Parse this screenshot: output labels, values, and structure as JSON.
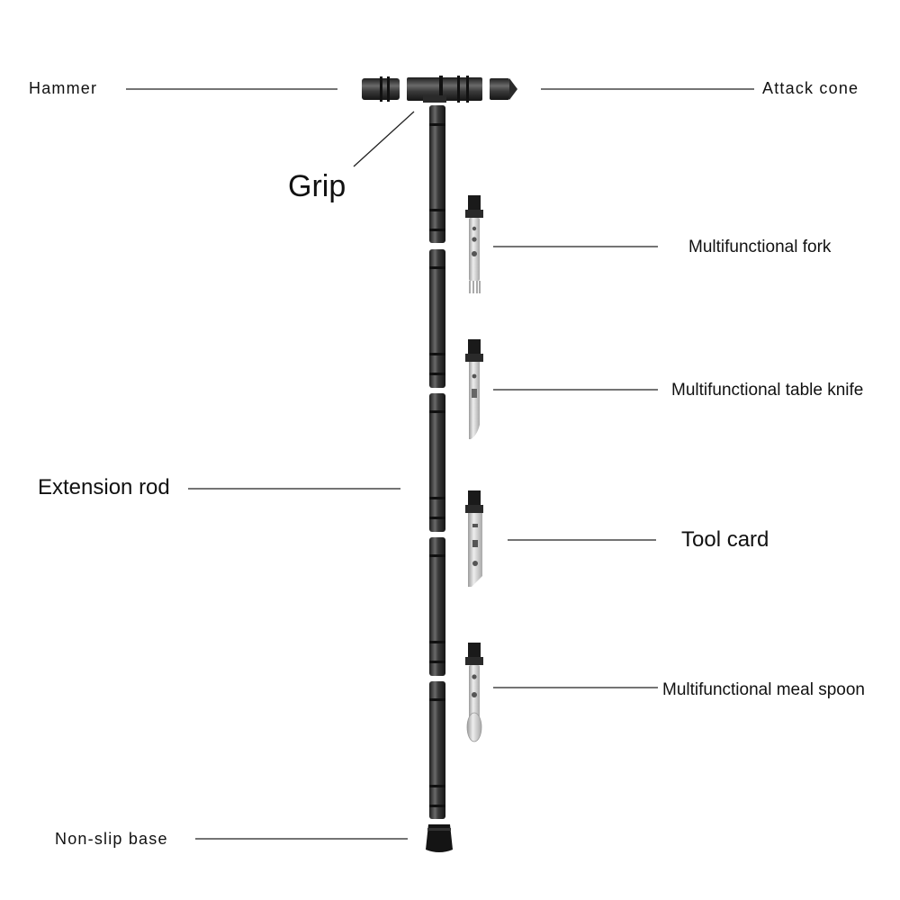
{
  "labels": {
    "hammer": "Hammer",
    "attack_cone": "Attack cone",
    "grip": "Grip",
    "fork": "Multifunctional fork",
    "knife": "Multifunctional table knife",
    "extension_rod": "Extension rod",
    "tool_card": "Tool card",
    "spoon": "Multifunctional meal spoon",
    "base": "Non-slip base"
  },
  "colors": {
    "background": "#ffffff",
    "metal_dark": "#3a3a3a",
    "metal_highlight": "#6a6a6a",
    "steel": "#d0d0d0",
    "rubber": "#141414",
    "leader_line": "#222222"
  }
}
